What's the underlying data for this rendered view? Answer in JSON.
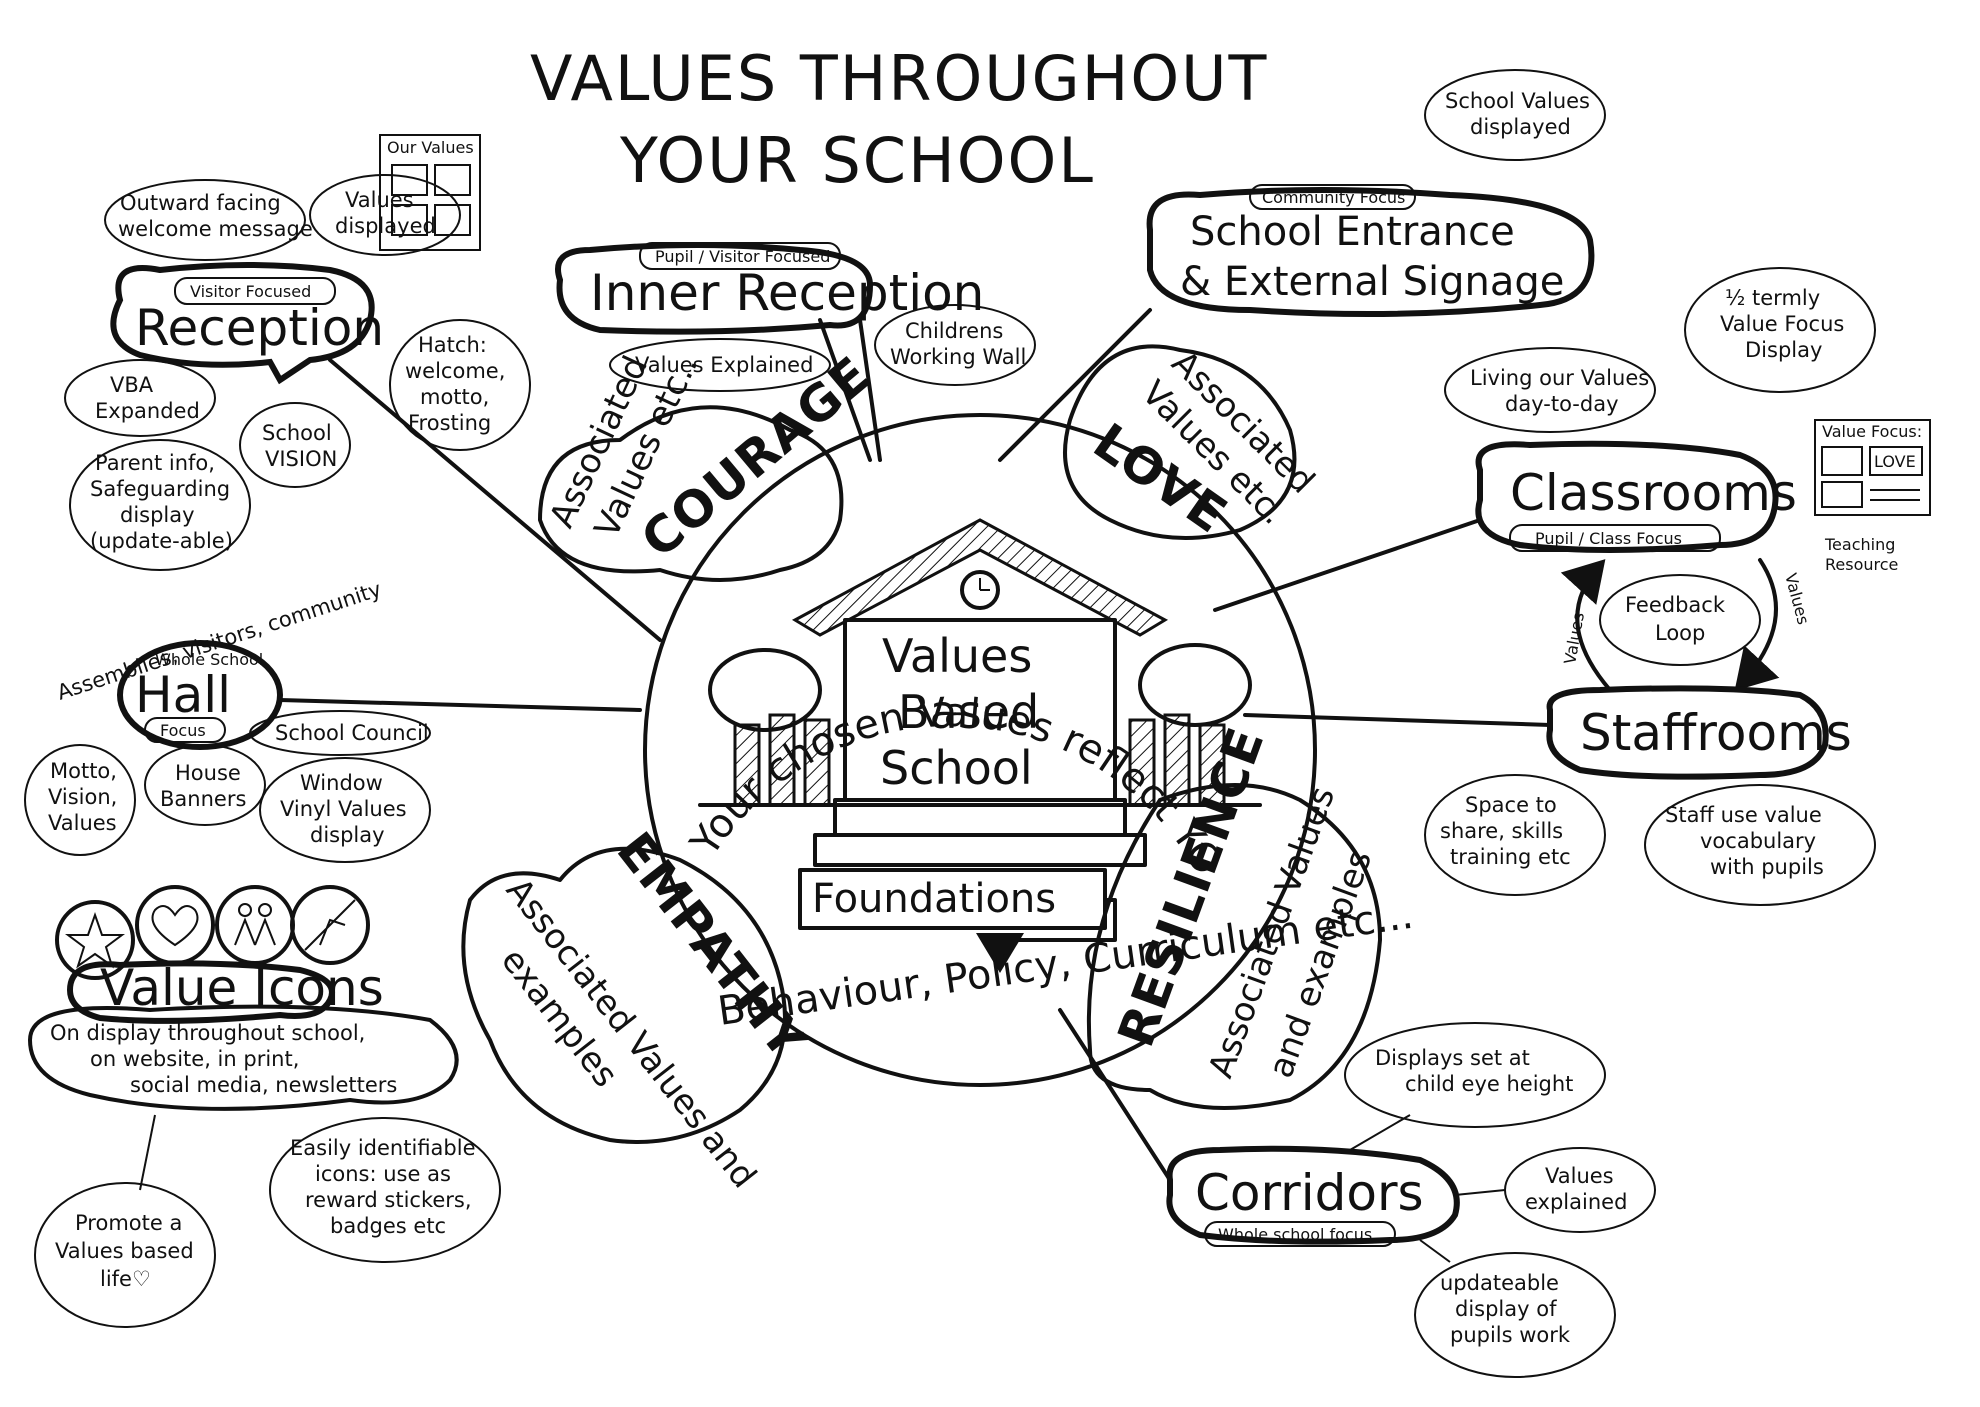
{
  "title": {
    "line1": "VALUES THROUGHOUT",
    "line2": "YOUR SCHOOL"
  },
  "center": {
    "arc_text": "Your chosen Values reflect YOUR school",
    "house_line1": "Values",
    "house_line2": "Based",
    "house_line3": "School",
    "foundations": "Foundations",
    "bottom_text": "Behaviour, Policy, Curriculum etc..."
  },
  "values": {
    "courage": {
      "label": "COURAGE",
      "assoc_line1": "Associated",
      "assoc_line2": "Values etc.."
    },
    "love": {
      "label": "LOVE",
      "assoc_line1": "Associated",
      "assoc_line2": "Values etc."
    },
    "empathy": {
      "label": "EMPATHY",
      "assoc_line1": "Associated Values and",
      "assoc_line2": "examples"
    },
    "resilience": {
      "label": "RESILIENCE",
      "assoc_line1": "Associated Values",
      "assoc_line2": "and examples"
    }
  },
  "reception": {
    "label": "Reception",
    "focus": "Visitor Focused",
    "notes": {
      "welcome_line1": "Outward facing",
      "welcome_line2": "welcome message",
      "displayed_line1": "Values",
      "displayed_line2": "displayed",
      "our_values": "Our Values",
      "hatch_line1": "Hatch:",
      "hatch_line2": "welcome,",
      "hatch_line3": "motto,",
      "hatch_line4": "Frosting",
      "vba_line1": "VBA",
      "vba_line2": "Expanded",
      "vision_line1": "School",
      "vision_line2": "VISION",
      "parent_line1": "Parent info,",
      "parent_line2": "Safeguarding",
      "parent_line3": "display",
      "parent_line4": "(update-able)"
    }
  },
  "inner_reception": {
    "label": "Inner Reception",
    "focus": "Pupil / Visitor Focused",
    "notes": {
      "explained": "Values Explained",
      "wall_line1": "Childrens",
      "wall_line2": "Working Wall"
    }
  },
  "school_entrance": {
    "label_line1": "School Entrance",
    "label_line2": "& External Signage",
    "focus": "Community Focus",
    "notes": {
      "displayed_line1": "School Values",
      "displayed_line2": "displayed"
    }
  },
  "classrooms": {
    "label": "Classrooms",
    "focus": "Pupil / Class Focus",
    "notes": {
      "termly_line1": "½ termly",
      "termly_line2": "Value Focus",
      "termly_line3": "Display",
      "living_line1": "Living our Values",
      "living_line2": "day-to-day",
      "value_focus": "Value Focus:",
      "love_card": "LOVE",
      "teaching_line1": "Teaching",
      "teaching_line2": "Resource"
    }
  },
  "feedback": {
    "line1": "Feedback",
    "line2": "Loop",
    "arrow_left": "Values",
    "arrow_right": "Values"
  },
  "staffrooms": {
    "label": "Staffrooms",
    "notes": {
      "space_line1": "Space to",
      "space_line2": "share, skills",
      "space_line3": "training etc",
      "vocab_line1": "Staff use value",
      "vocab_line2": "vocabulary",
      "vocab_line3": "with pupils"
    }
  },
  "hall": {
    "label": "Hall",
    "focus_top": "Whole School",
    "focus_bottom": "Focus",
    "notes": {
      "assemblies": "Assemblies, visitors, community",
      "council": "School Council",
      "motto_line1": "Motto,",
      "motto_line2": "Vision,",
      "motto_line3": "Values",
      "house_line1": "House",
      "house_line2": "Banners",
      "vinyl_line1": "Window",
      "vinyl_line2": "Vinyl Values",
      "vinyl_line3": "display"
    }
  },
  "value_icons": {
    "label": "Value Icons",
    "notes": {
      "display_line1": "On display throughout school,",
      "display_line2": "on website, in print,",
      "display_line3": "social media, newsletters",
      "promote_line1": "Promote a",
      "promote_line2": "Values based",
      "promote_line3": "life♡",
      "icons_line1": "Easily identifiable",
      "icons_line2": "icons: use as",
      "icons_line3": "reward stickers,",
      "icons_line4": "badges etc"
    }
  },
  "corridors": {
    "label": "Corridors",
    "focus": "Whole school focus",
    "notes": {
      "height_line1": "Displays set at",
      "height_line2": "child eye height",
      "explained_line1": "Values",
      "explained_line2": "explained",
      "work_line1": "updateable",
      "work_line2": "display of",
      "work_line3": "pupils work"
    }
  }
}
